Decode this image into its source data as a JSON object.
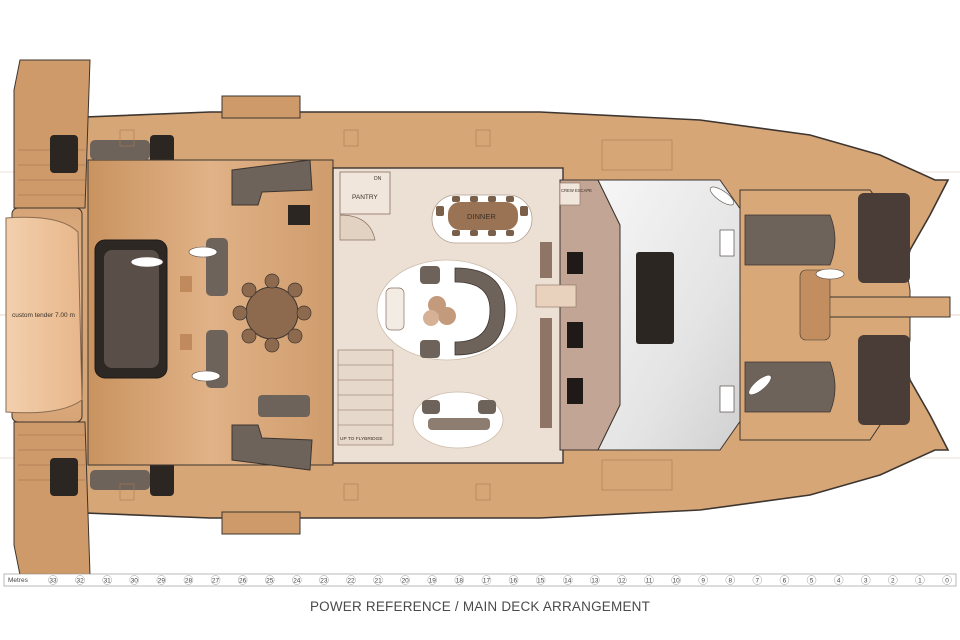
{
  "caption": "POWER REFERENCE / MAIN DECK ARRANGEMENT",
  "labels": {
    "tender": "custom tender 7.00 m",
    "pantry": "PANTRY",
    "dinner": "DINNER",
    "crew_escape": "CREW ESCAPE",
    "up_to_flybridge": "UP TO FLYBRIDGE",
    "dn": "DN"
  },
  "scale": {
    "unit_label": "Metres",
    "ticks": [
      "33",
      "32",
      "31",
      "30",
      "29",
      "28",
      "27",
      "26",
      "25",
      "24",
      "23",
      "22",
      "21",
      "20",
      "19",
      "18",
      "17",
      "16",
      "15",
      "14",
      "13",
      "12",
      "11",
      "10",
      "9",
      "8",
      "7",
      "6",
      "5",
      "4",
      "3",
      "2",
      "1",
      "0"
    ]
  },
  "colors": {
    "deck": "#d9a878",
    "deck_dark": "#c48f5e",
    "interior": "#ece0d4",
    "upholstery": "#6e635a",
    "hull_outline": "#3d3530"
  }
}
